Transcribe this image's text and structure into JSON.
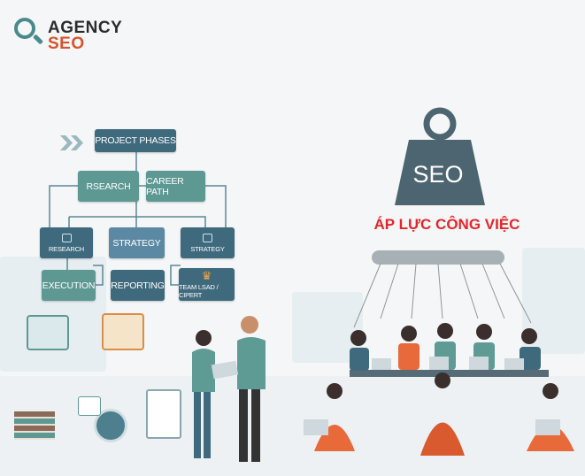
{
  "logo": {
    "line1": "AGENCY",
    "line2": "SEO",
    "colors": {
      "line1": "#2b2b2b",
      "line2": "#d9532b",
      "icon": "#4a8a8c"
    }
  },
  "flowchart": {
    "header": "PROJECT PHASES",
    "row1": [
      "RSEARCH",
      "CAREER PATH"
    ],
    "row2": [
      "RESEARCH",
      "STRATEGY",
      "STRATEGY"
    ],
    "row3": [
      "EXECUTION",
      "REPORTING",
      "TEAM LSAD / CIPERT"
    ]
  },
  "weight": {
    "label": "SEO"
  },
  "headline": "ÁP LỰC CÔNG VIỆC",
  "colors": {
    "dark": "#3f6a7e",
    "teal": "#5e9893",
    "mid": "#5b89a3",
    "headline": "#e5262b",
    "weight": "#4c6570"
  }
}
